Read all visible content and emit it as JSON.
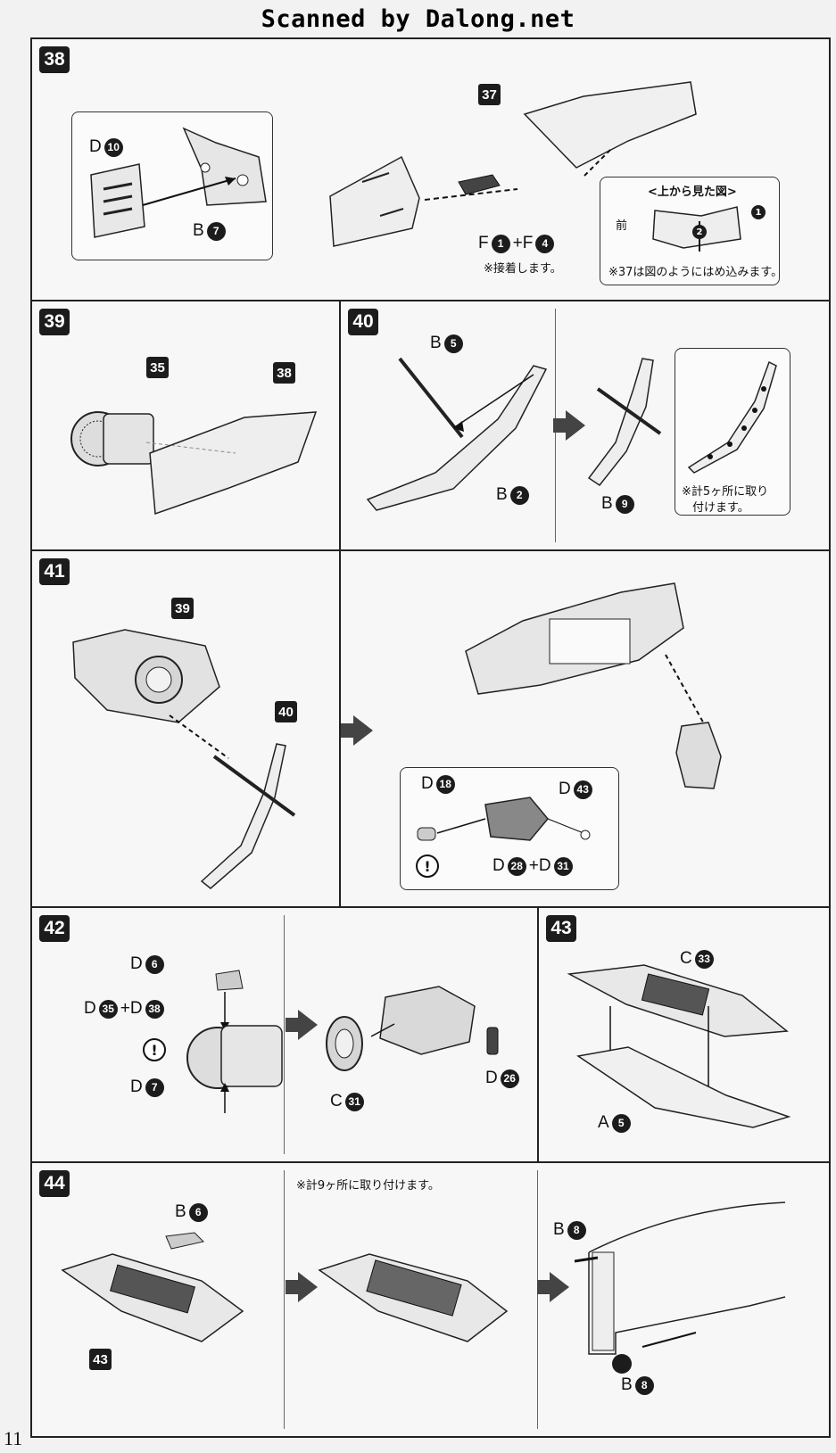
{
  "header": {
    "title": "Scanned by Dalong.net"
  },
  "page_number": "11",
  "steps": {
    "s38": {
      "number": "38",
      "callout": "37",
      "labels": {
        "d10": "D",
        "d10n": "10",
        "b7": "B",
        "b7n": "7",
        "f1": "F",
        "f1n": "1",
        "plus": "+F",
        "f4n": "4"
      },
      "glue_note": "※接着します。",
      "top_view_title": "<上から見た図>",
      "front": "前",
      "dir_1": "1",
      "dir_2": "2",
      "insert_note": "※37は図のようにはめ込みます。"
    },
    "s39": {
      "number": "39",
      "callout_a": "35",
      "callout_b": "38"
    },
    "s40": {
      "number": "40",
      "labels": {
        "b5": "B",
        "b5n": "5",
        "b2": "B",
        "b2n": "2",
        "b9": "B",
        "b9n": "9"
      },
      "note_line1": "※計5ヶ所に取り",
      "note_line2": "付けます。"
    },
    "s41": {
      "number": "41",
      "callout_a": "39",
      "callout_b": "40",
      "labels": {
        "d18": "D",
        "d18n": "18",
        "d43": "D",
        "d43n": "43",
        "d28": "D",
        "d28n": "28",
        "plus": "+D",
        "d31n": "31"
      }
    },
    "s42": {
      "number": "42",
      "labels": {
        "d6": "D",
        "d6n": "6",
        "d35": "D",
        "d35n": "35",
        "plus": "+D",
        "d38n": "38",
        "d7": "D",
        "d7n": "7",
        "c31": "C",
        "c31n": "31",
        "d26": "D",
        "d26n": "26"
      }
    },
    "s43": {
      "number": "43",
      "labels": {
        "c33": "C",
        "c33n": "33",
        "a5": "A",
        "a5n": "5"
      }
    },
    "s44": {
      "number": "44",
      "callout": "43",
      "note": "※計9ヶ所に取り付けます。",
      "labels": {
        "b6": "B",
        "b6n": "6",
        "b8a": "B",
        "b8an": "8",
        "b8b": "B",
        "b8bn": "8"
      }
    }
  }
}
